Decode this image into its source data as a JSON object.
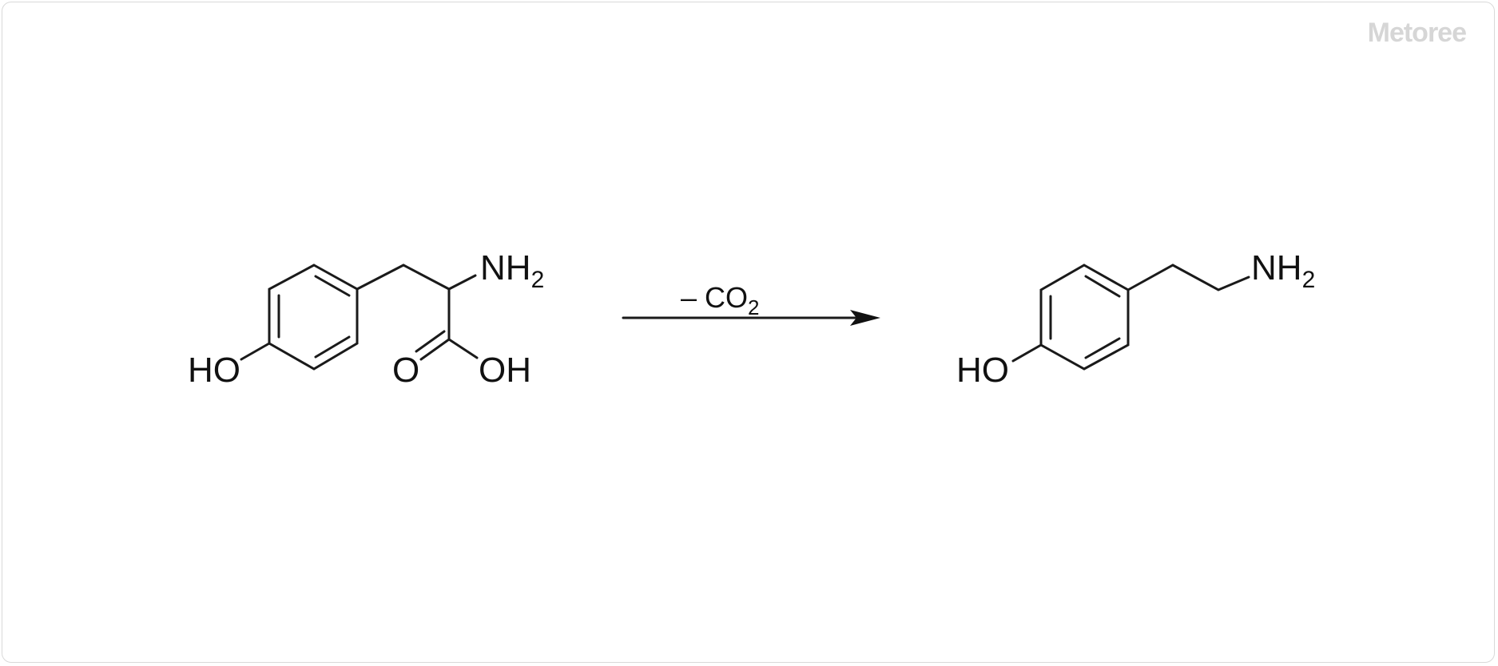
{
  "watermark": "Metoree",
  "reactant": {
    "ho": "HO",
    "nh": "NH",
    "nh_sub": "2",
    "o": "O",
    "oh": "OH"
  },
  "reagent": {
    "prefix": "– CO",
    "sub": "2"
  },
  "product": {
    "ho": "HO",
    "nh": "NH",
    "nh_sub": "2"
  }
}
